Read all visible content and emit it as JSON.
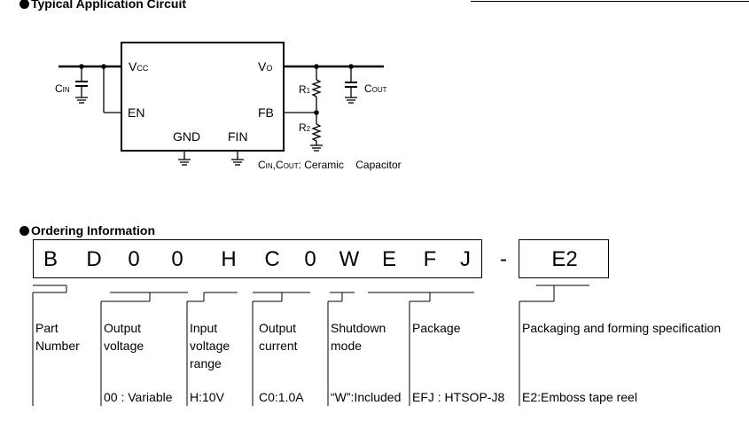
{
  "section_circuit": {
    "title": "Typical Application Circuit"
  },
  "circuit": {
    "pins": {
      "vcc": "V",
      "vcc_sub": "CC",
      "en": "EN",
      "gnd": "GND",
      "fin": "FIN",
      "vo": "V",
      "vo_sub": "O",
      "fb": "FB"
    },
    "cin": "C",
    "cin_sub": "IN",
    "cout": "C",
    "cout_sub": "OUT",
    "r1": "R",
    "r1_sub": "1",
    "r2": "R",
    "r2_sub": "2",
    "note_a": "C",
    "note_a_sub": "IN",
    "note_sep": ",",
    "note_b": "C",
    "note_b_sub": "OUT",
    "note_rest": ": Ceramic    Capacitor"
  },
  "section_ordering": {
    "title": "Ordering Information"
  },
  "ordering": {
    "code_chars": [
      "B",
      "D",
      "0",
      "0",
      "H",
      "C",
      "0",
      "W",
      "E",
      "F",
      "J"
    ],
    "dash": "-",
    "suffix": "E2",
    "groups": [
      {
        "label_lines": [
          "Part",
          "Number"
        ],
        "value": ""
      },
      {
        "label_lines": [
          "Output",
          "voltage"
        ],
        "value": "00 : Variable"
      },
      {
        "label_lines": [
          "Input",
          "voltage",
          "range"
        ],
        "value": "H:10V"
      },
      {
        "label_lines": [
          "Output",
          "current"
        ],
        "value": "C0:1.0A"
      },
      {
        "label_lines": [
          "Shutdown",
          "mode"
        ],
        "value": "“W”:Included"
      },
      {
        "label_lines": [
          "Package"
        ],
        "value": "EFJ : HTSOP-J8"
      },
      {
        "label_lines": [
          "Packaging and forming specification"
        ],
        "value": "E2:Emboss tape reel"
      }
    ]
  }
}
